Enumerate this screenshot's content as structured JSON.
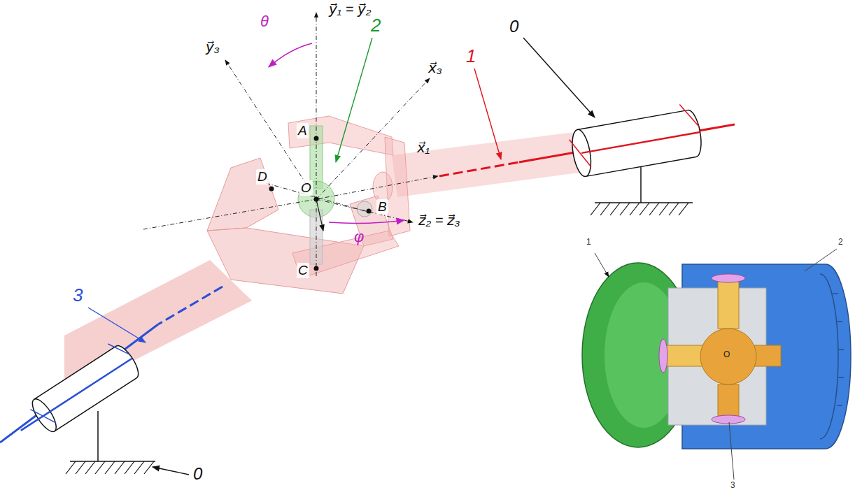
{
  "diagram": {
    "labels": [
      "y⃗₁ = y⃗₂",
      "θ",
      "y⃗₃",
      "2",
      "x⃗₃",
      "1",
      "0",
      "A",
      "x⃗₁",
      "D",
      "O",
      "B",
      "z⃗₂ = z⃗₃",
      "φ",
      "C",
      "3",
      "0",
      "1",
      "2",
      "O",
      "3"
    ]
  }
}
